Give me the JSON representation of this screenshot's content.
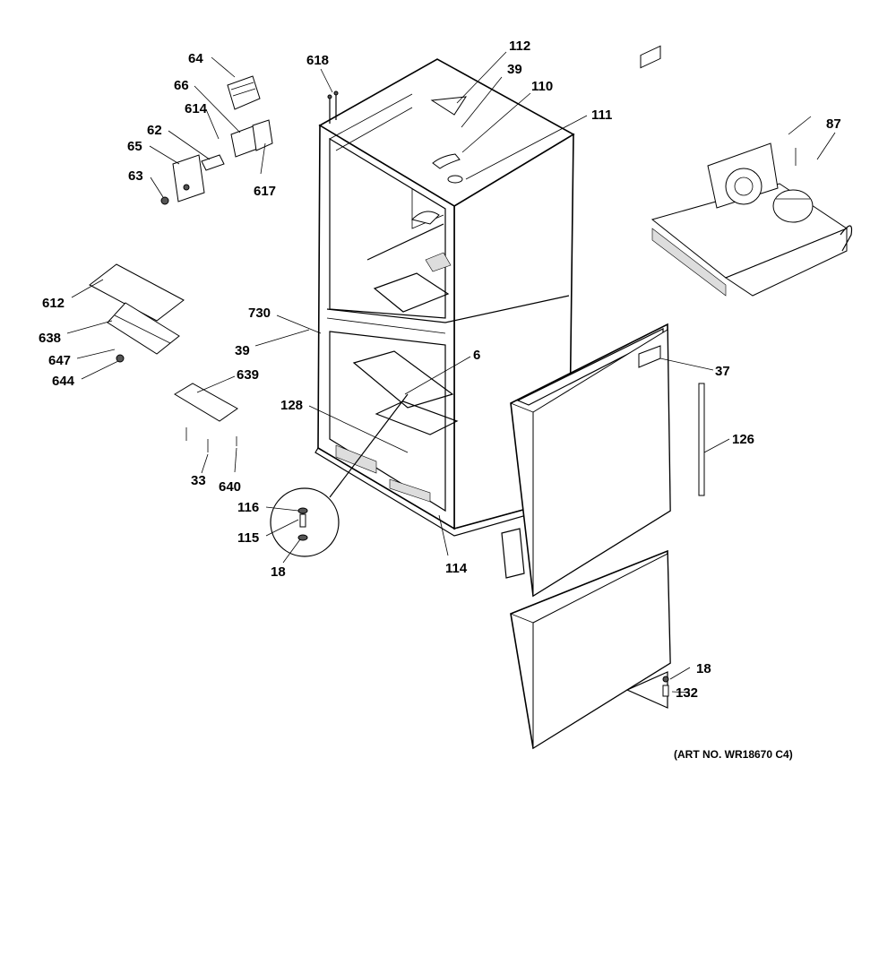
{
  "art_number": "(ART NO. WR18670 C4)",
  "callouts": {
    "c64": "64",
    "c66": "66",
    "c614": "614",
    "c62": "62",
    "c65": "65",
    "c63": "63",
    "c617": "617",
    "c618": "618",
    "c112": "112",
    "c39a": "39",
    "c110": "110",
    "c111": "111",
    "c87": "87",
    "c612": "612",
    "c638": "638",
    "c647": "647",
    "c644": "644",
    "c639": "639",
    "c730": "730",
    "c39b": "39",
    "c6": "6",
    "c37": "37",
    "c128": "128",
    "c126": "126",
    "c33": "33",
    "c640": "640",
    "c116": "116",
    "c115": "115",
    "c18a": "18",
    "c114": "114",
    "c18b": "18",
    "c132": "132"
  }
}
